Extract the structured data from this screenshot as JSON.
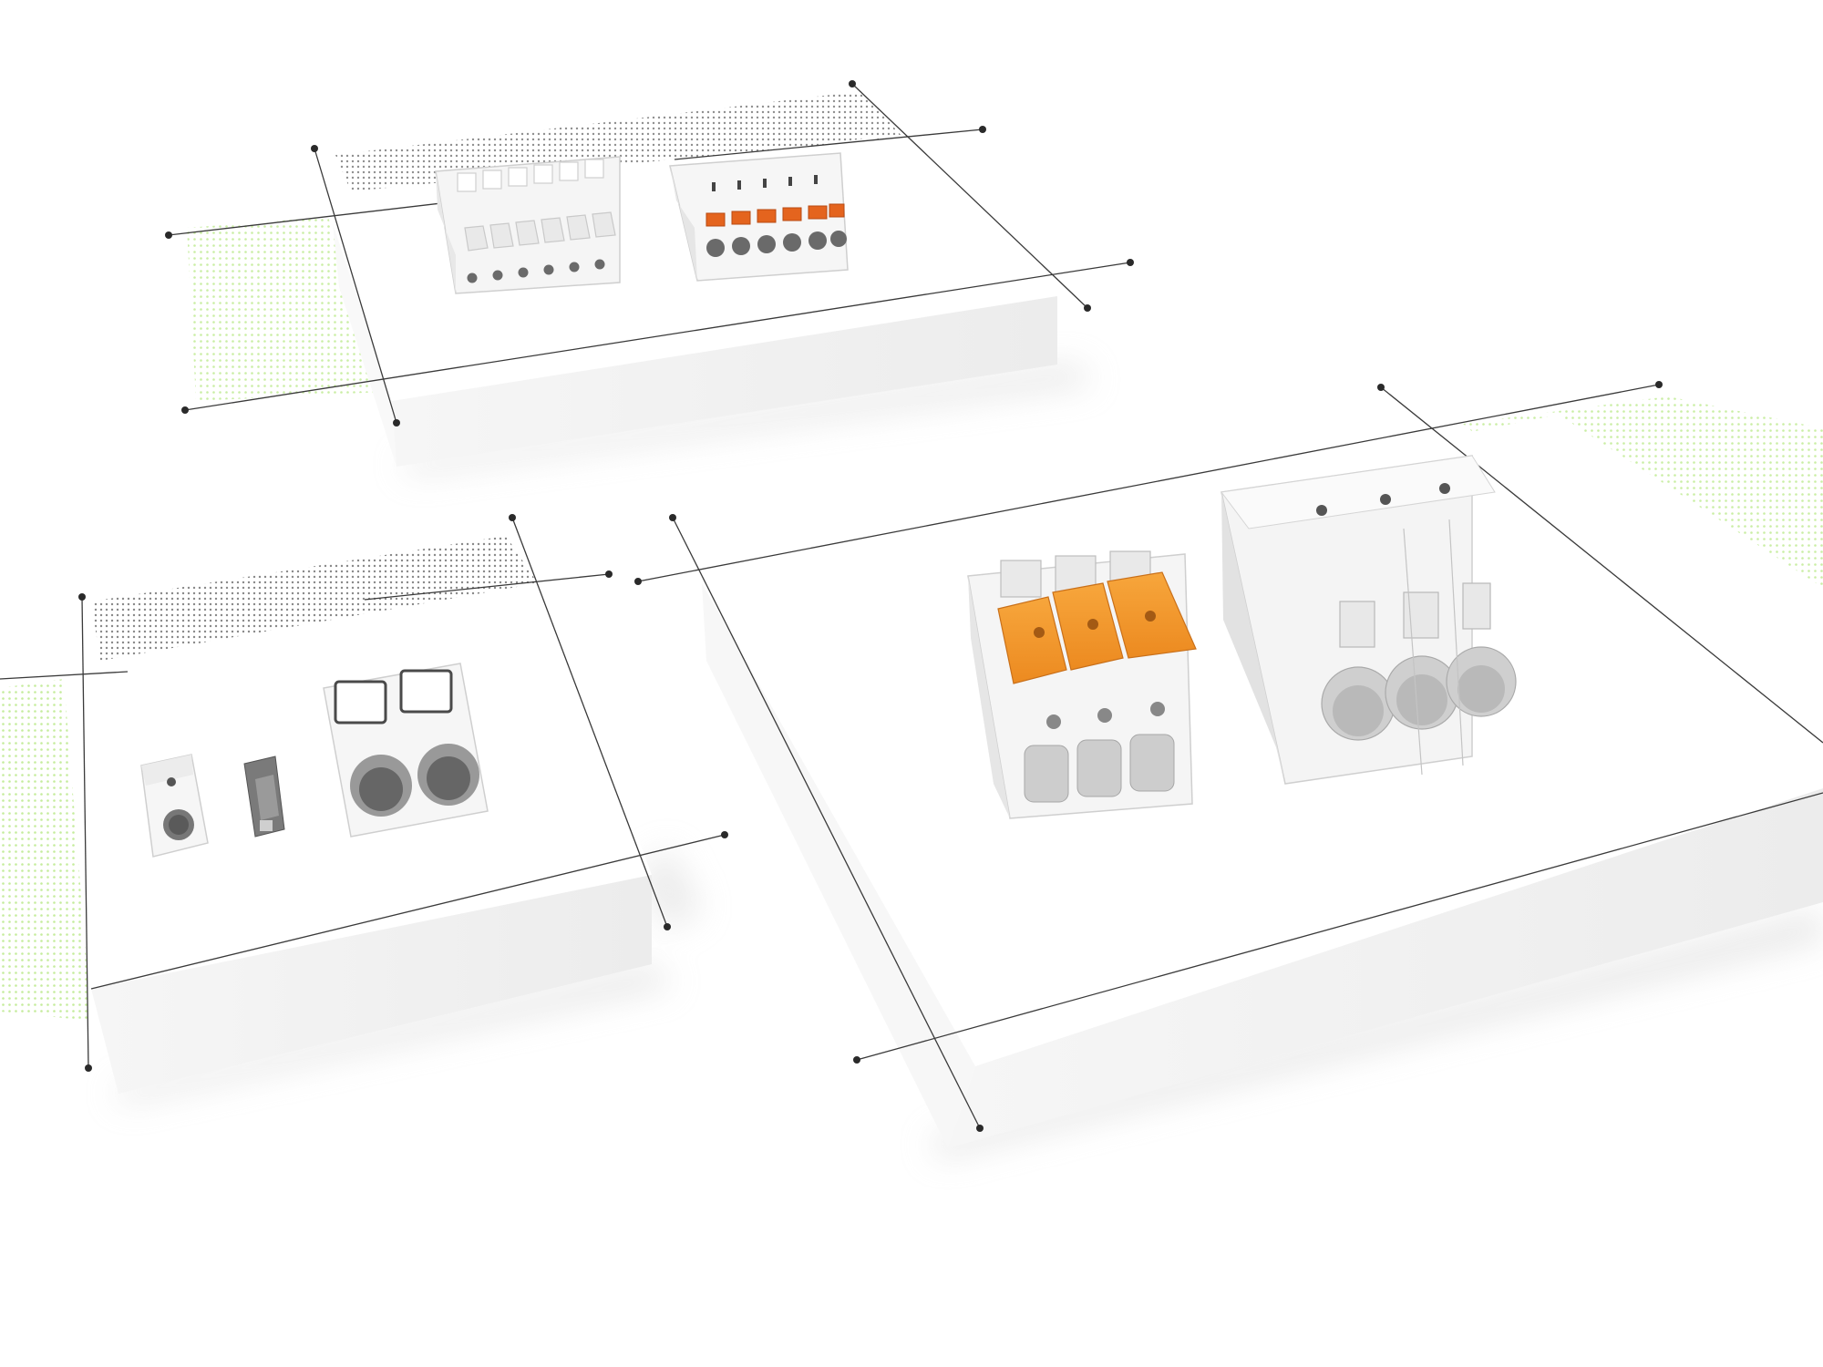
{
  "scene": {
    "description_free": true,
    "colors": {
      "background": "#ffffff",
      "platform_top": "#ffffff",
      "platform_side": "#f1f1f1",
      "shadow": "#d9d9d9",
      "guide_line": "#3a3a3a",
      "green_dots": "#9ee05a",
      "grey_dots": "#6a6a6a",
      "connector_body": "#f4f4f4",
      "connector_edge": "#cfcfcf",
      "lever_orange": "#f39a2c",
      "button_orange": "#e4641e",
      "hole_dark": "#5a5a5a"
    },
    "icons": [
      "terminal-block-6pole-plug",
      "terminal-block-6pole-pushbutton",
      "terminal-block-1pole-small",
      "jumper-small",
      "terminal-block-2pole-pushbutton",
      "terminal-block-3pole-lever",
      "terminal-block-3pole-large"
    ]
  }
}
